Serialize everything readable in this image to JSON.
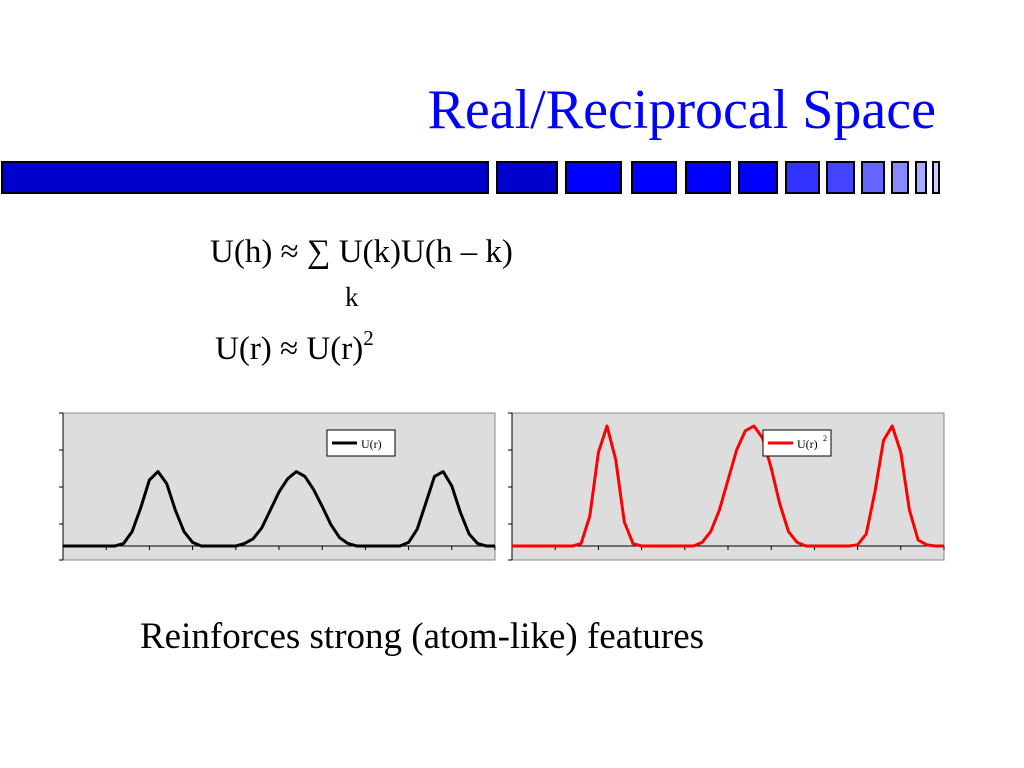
{
  "slide": {
    "title": "Real/Reciprocal Space",
    "caption": "Reinforces strong (atom-like) features"
  },
  "equations": {
    "eq1_text": "U(h) ≈ ∑ U(k)U(h – k)",
    "eq1_subscript": "k",
    "eq2_base": "U(r) ≈ U(r)",
    "eq2_exponent": "2"
  },
  "colors": {
    "title": "#0000ff",
    "bar_dark": "#0000cc",
    "bar_mid": "#0000ff",
    "bar_light": "#6666ff",
    "line_left": "#000000",
    "line_right": "#ff0000",
    "plot_bg": "#dddddd"
  },
  "chart_data": [
    {
      "type": "line",
      "title": "",
      "xlabel": "",
      "ylabel": "",
      "grid": false,
      "legend": "top-right",
      "series": [
        {
          "name": "U(r)",
          "color": "#000000",
          "x": [
            0,
            1,
            2,
            3,
            4,
            5,
            6,
            7,
            8,
            9,
            10,
            11,
            12,
            13,
            14,
            15,
            16,
            17,
            18,
            19,
            20,
            21,
            22,
            23,
            24,
            25,
            26,
            27,
            28,
            29,
            30,
            31,
            32,
            33,
            34,
            35,
            36,
            37,
            38,
            39,
            40,
            41,
            42,
            43,
            44,
            45,
            46,
            47,
            48,
            49,
            50
          ],
          "y": [
            0,
            0,
            0,
            0,
            0,
            0,
            0,
            0.02,
            0.12,
            0.32,
            0.55,
            0.62,
            0.52,
            0.3,
            0.12,
            0.03,
            0,
            0,
            0,
            0,
            0,
            0.02,
            0.06,
            0.15,
            0.3,
            0.45,
            0.56,
            0.62,
            0.58,
            0.47,
            0.33,
            0.18,
            0.07,
            0.02,
            0,
            0,
            0,
            0,
            0,
            0,
            0.03,
            0.14,
            0.36,
            0.58,
            0.62,
            0.5,
            0.28,
            0.1,
            0.02,
            0,
            0
          ]
        }
      ]
    },
    {
      "type": "line",
      "title": "",
      "xlabel": "",
      "ylabel": "",
      "grid": false,
      "legend": "top-right",
      "series": [
        {
          "name": "U(r)",
          "name_superscript": "2",
          "color": "#ff0000",
          "x": [
            0,
            1,
            2,
            3,
            4,
            5,
            6,
            7,
            8,
            9,
            10,
            11,
            12,
            13,
            14,
            15,
            16,
            17,
            18,
            19,
            20,
            21,
            22,
            23,
            24,
            25,
            26,
            27,
            28,
            29,
            30,
            31,
            32,
            33,
            34,
            35,
            36,
            37,
            38,
            39,
            40,
            41,
            42,
            43,
            44,
            45,
            46,
            47,
            48,
            49,
            50
          ],
          "y": [
            0,
            0,
            0,
            0,
            0,
            0,
            0,
            0,
            0.02,
            0.25,
            0.78,
            1.0,
            0.72,
            0.2,
            0.02,
            0,
            0,
            0,
            0,
            0,
            0,
            0,
            0.03,
            0.12,
            0.3,
            0.55,
            0.8,
            0.96,
            1.0,
            0.9,
            0.65,
            0.35,
            0.12,
            0.03,
            0,
            0,
            0,
            0,
            0,
            0,
            0.01,
            0.1,
            0.45,
            0.88,
            1.0,
            0.78,
            0.3,
            0.05,
            0.01,
            0,
            0
          ]
        }
      ]
    }
  ]
}
